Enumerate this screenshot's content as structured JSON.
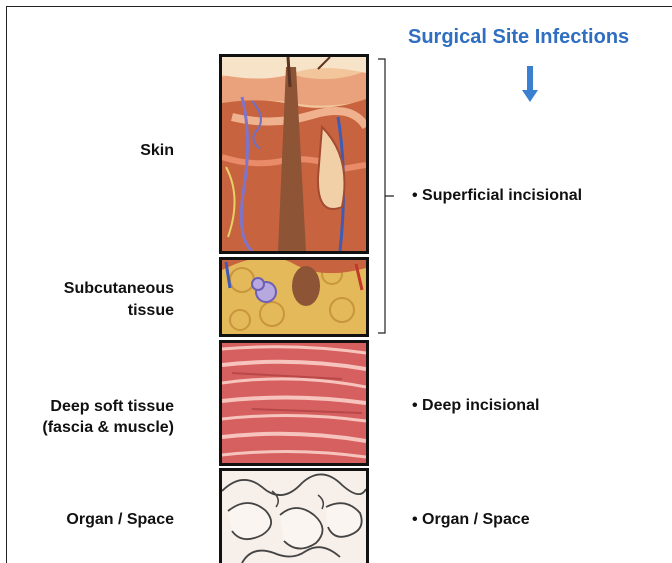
{
  "title": "Surgical Site Infections",
  "layers": {
    "skin": "Skin",
    "subcutaneous_line1": "Subcutaneous",
    "subcutaneous_line2": "tissue",
    "deep_line1": "Deep soft tissue",
    "deep_line2": "(fascia & muscle)",
    "organ": "Organ / Space"
  },
  "categories": {
    "superficial": "• Superficial incisional",
    "deep": "• Deep incisional",
    "organ": "• Organ / Space"
  },
  "colors": {
    "title": "#2f6ec0",
    "arrow": "#3b7fd1",
    "skin": "#c8633f",
    "fat": "#e3b95a",
    "muscle": "#d65f5f"
  }
}
